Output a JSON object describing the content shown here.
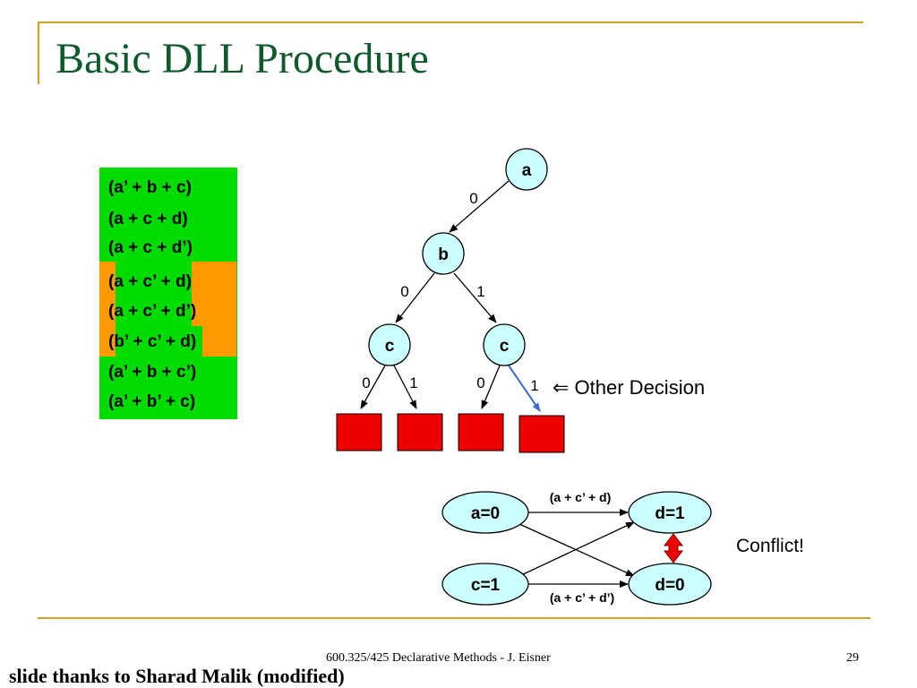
{
  "slide": {
    "title": "Basic DLL Procedure",
    "footer": "600.325/425 Declarative Methods - J. Eisner",
    "page_number": "29",
    "credit": "slide thanks to Sharad Malik (modified)"
  },
  "clauses": [
    "(a’ + b + c)",
    "(a + c + d)",
    "(a + c + d’)",
    "(a + c’ + d)",
    "(a + c’ + d’)",
    "(b’ + c’ + d)",
    "(a’ + b + c’)",
    "(a’ + b’ + c)"
  ],
  "tree": {
    "nodes": {
      "root": "a",
      "level1": "b",
      "level2_left": "c",
      "level2_right": "c"
    },
    "edge_labels": {
      "a_to_b": "0",
      "b_left": "0",
      "b_right": "1",
      "c1_left": "0",
      "c1_right": "1",
      "c2_left": "0",
      "c2_right": "1"
    },
    "decision_label": "⇐ Other Decision"
  },
  "implication_graph": {
    "nodes": {
      "a0": "a=0",
      "c1": "c=1",
      "d1": "d=1",
      "d0": "d=0"
    },
    "clause_top": "(a + c’ + d)",
    "clause_bottom": "(a + c’ + d’)",
    "conflict_label": "Conflict!"
  },
  "colors": {
    "title": "#0f5a2c",
    "frame": "#d4a21a",
    "clause_bg": "#00dc00",
    "conflict_highlight": "#ff9900",
    "node_fill": "#ccffff",
    "leaf": "#ee0000",
    "decision_edge": "#3b6bd6"
  }
}
